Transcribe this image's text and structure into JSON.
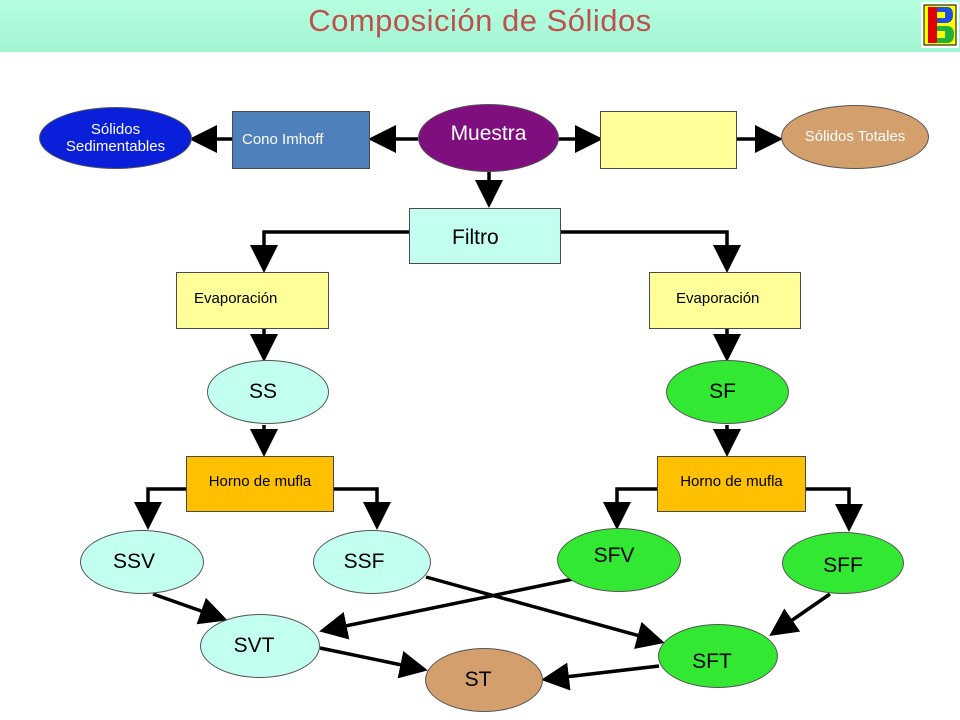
{
  "title": "Composición de Sólidos",
  "logo": {
    "letter": "B",
    "name": "logo"
  },
  "nodes": {
    "muestra": "Muestra",
    "cono_imhoff": "Cono Imhoff",
    "solidos_sedimentables_1": "Sólidos",
    "solidos_sedimentables_2": "Sedimentables",
    "blank_box": "",
    "solidos_totales": "Sólidos Totales",
    "filtro": "Filtro",
    "evaporacion_left": "Evaporación",
    "evaporacion_right": "Evaporación",
    "ss": "SS",
    "sf": "SF",
    "horno_left": "Horno de mufla",
    "horno_right": "Horno de mufla",
    "ssv": "SSV",
    "ssf": "SSF",
    "sfv": "SFV",
    "sff": "SFF",
    "svt": "SVT",
    "sft": "SFT",
    "st": "ST"
  },
  "colors": {
    "title_bar": "#b5ffe0",
    "title_text": "#c0504d",
    "muestra": "#7f0f7f",
    "cono_imhoff": "#4f81bd",
    "solidos_sedimentables": "#0a1fd9",
    "yellow_box": "#ffff99",
    "solidos_totales": "#d39f6d",
    "filtro": "#c2fff0",
    "horno": "#ffc000",
    "light_ellipse": "#c2fff0",
    "green_ellipse": "#33e833",
    "st": "#d39f6d"
  }
}
